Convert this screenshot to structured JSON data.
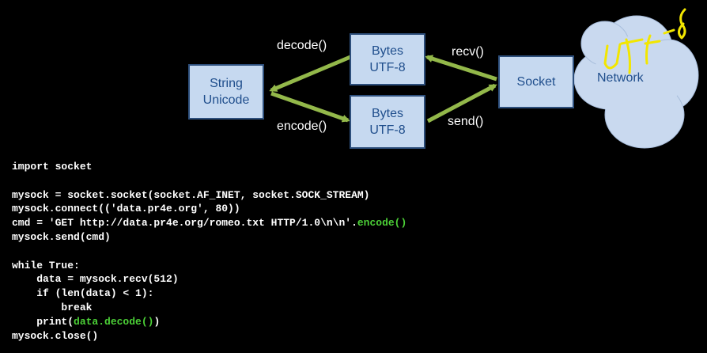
{
  "diagram": {
    "string_box": {
      "line1": "String",
      "line2": "Unicode"
    },
    "bytes_top": {
      "line1": "Bytes",
      "line2": "UTF-8"
    },
    "bytes_bottom": {
      "line1": "Bytes",
      "line2": "UTF-8"
    },
    "socket_box": {
      "label": "Socket"
    },
    "network_label": "Network",
    "decode_label": "decode()",
    "encode_label": "encode()",
    "recv_label": "recv()",
    "send_label": "send()",
    "handwriting": "UTF-8",
    "colors": {
      "arrow": "#93b84a",
      "box_fill": "#c6d9f0",
      "box_border": "#2d4f7c",
      "box_text": "#1f4e8c",
      "cloud": "#c9d9ef",
      "handwriting": "#f2e600"
    }
  },
  "code": {
    "lines": [
      [
        {
          "t": "import socket"
        }
      ],
      [
        {
          "t": ""
        }
      ],
      [
        {
          "t": "mysock = socket.socket(socket.AF_INET, socket.SOCK_STREAM)"
        }
      ],
      [
        {
          "t": "mysock.connect(('data.pr4e.org', 80))"
        }
      ],
      [
        {
          "t": "cmd = 'GET http://data.pr4e.org/romeo.txt HTTP/1.0\\n\\n'."
        },
        {
          "t": "encode()",
          "hl": true
        }
      ],
      [
        {
          "t": "mysock.send(cmd)"
        }
      ],
      [
        {
          "t": ""
        }
      ],
      [
        {
          "t": "while True:"
        }
      ],
      [
        {
          "t": "    data = mysock.recv(512)"
        }
      ],
      [
        {
          "t": "    if (len(data) < 1):"
        }
      ],
      [
        {
          "t": "        break"
        }
      ],
      [
        {
          "t": "    print("
        },
        {
          "t": "data.decode()",
          "hl": true
        },
        {
          "t": ")"
        }
      ],
      [
        {
          "t": "mysock.close()"
        }
      ]
    ],
    "highlight_color": "#4cd137"
  }
}
